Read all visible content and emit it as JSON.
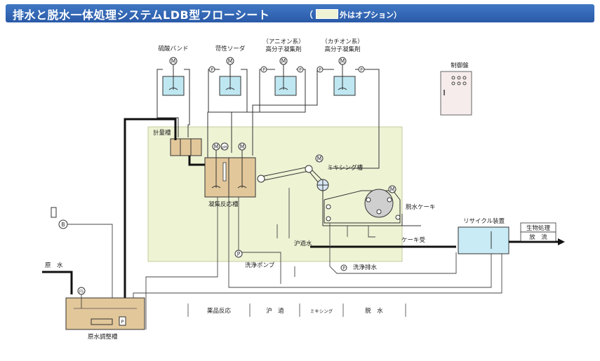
{
  "title": "排水と脱水一体処理システムLDB型フローシート",
  "legend": {
    "paren_open": "（",
    "note": "外はオプション）"
  },
  "labels": {
    "sulfuric_band": "硫酸バンド",
    "caustic_soda": "苛性ソーダ",
    "anion_line1": "（アニオン系）",
    "anion_line2": "高分子凝集剤",
    "cation_line1": "（カチオン系）",
    "cation_line2": "高分子凝集剤",
    "control_panel": "制御盤",
    "metering_tank": "計量槽",
    "coag_tank": "凝集反応槽",
    "mixing_tank": "ミキシング槽",
    "dewatered_cake": "脱水ケーキ",
    "filtrate": "沪過水",
    "cake_receiver": "ケーキ受",
    "recycle_device": "リサイクル装置",
    "bio_treatment": "生物処理",
    "discharge": "放　流",
    "raw_water": "原　水",
    "wash_pump": "洗浄ポンプ",
    "wash_drain": "洗浄排水",
    "raw_water_tank": "原水調整槽",
    "stage_chem": "薬品反応",
    "stage_filter": "沪　過",
    "stage_mixing": "ミキシング",
    "stage_dewater": "脱　水",
    "motor_symbol": "M",
    "pump_symbol": "P",
    "fs_symbol": "FS",
    "blower_symbol": "B",
    "ph_symbol": "pH"
  },
  "colors": {
    "header": "#2a5aa8",
    "core_area": "#eef3d4",
    "chem_liquid": "#bfe7f2",
    "sludge": "#e2c79a",
    "recycle_fill": "#c8ebf6"
  }
}
